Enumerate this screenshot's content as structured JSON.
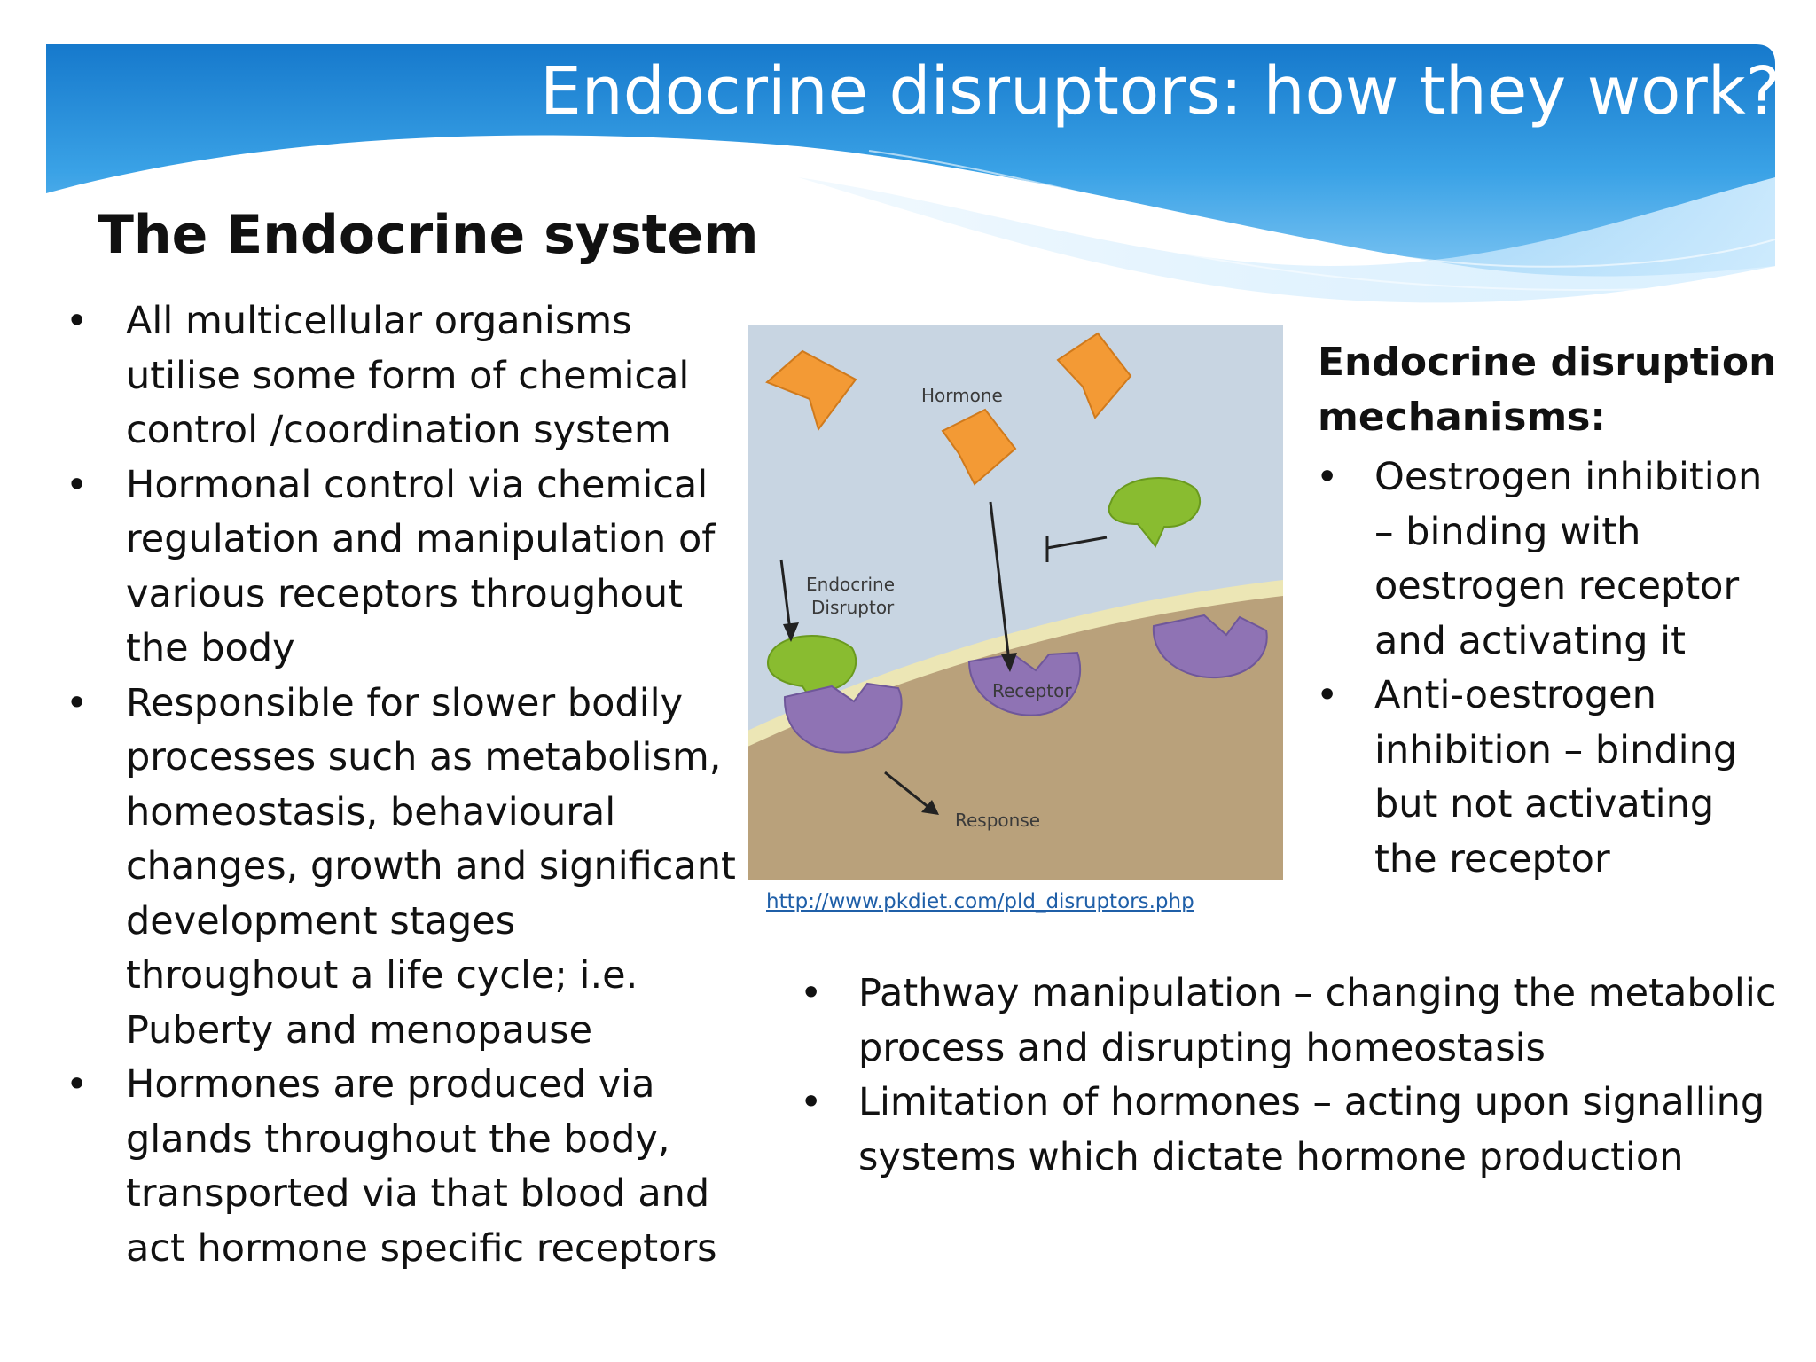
{
  "header": {
    "title": "Endocrine disruptors: how they work?"
  },
  "left_section": {
    "heading": "The Endocrine system",
    "bullets": [
      "All multicellular  organisms utilise some form of chemical control /coordination system",
      "Hormonal control via chemical regulation and manipulation of various receptors throughout the body",
      "Responsible for slower bodily processes such as metabolism, homeostasis, behavioural changes, growth and significant development stages throughout a life cycle; i.e. Puberty and menopause",
      "Hormones are produced via glands throughout the body, transported via that blood and act hormone specific receptors"
    ]
  },
  "diagram": {
    "labels": {
      "hormone": "Hormone",
      "endocrine_line1": "Endocrine",
      "endocrine_line2": "Disruptor",
      "receptor": "Receptor",
      "response": "Response"
    },
    "source_link": "http://www.pkdiet.com/pld_disruptors.php",
    "colors": {
      "background": "#c9d6e3",
      "cell": "#bba27a",
      "membrane": "#ece7b8",
      "hormone": "#f29a36",
      "disruptor": "#88bb2f",
      "receptor": "#8f73b3"
    }
  },
  "right_section": {
    "heading": "Endocrine disruption mechanisms:",
    "bullets": [
      "Oestrogen inhibition – binding with oestrogen receptor and activating it",
      "Anti-oestrogen inhibition – binding but not activating the receptor"
    ]
  },
  "bottom_section": {
    "bullets": [
      "Pathway manipulation – changing the metabolic process and disrupting homeostasis",
      "Limitation of hormones – acting upon signalling systems  which dictate hormone production"
    ]
  },
  "bullet_glyph": "•",
  "theme": {
    "banner_dark": "#1f83d4",
    "banner_light": "#9fd3f7"
  }
}
